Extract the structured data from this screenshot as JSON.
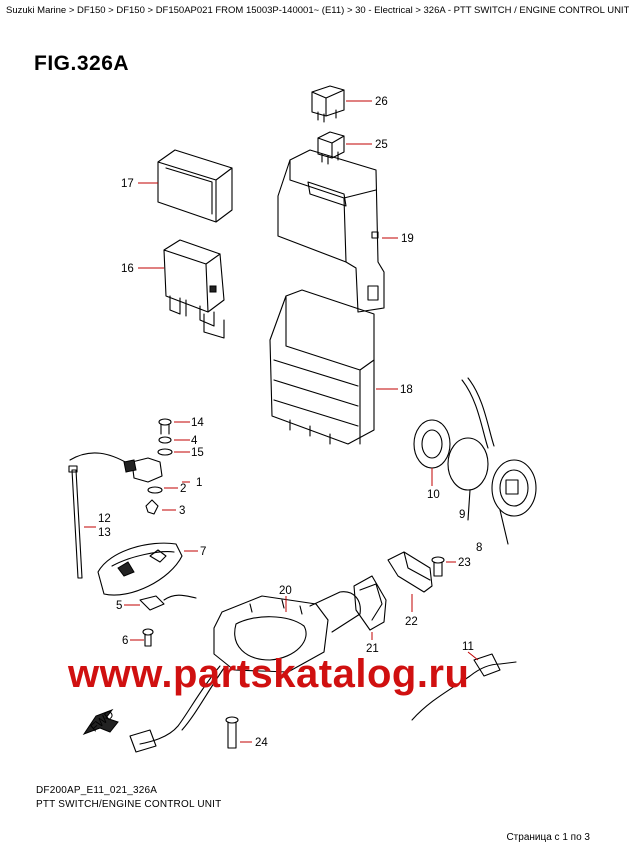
{
  "breadcrumb": "Suzuki Marine > DF150 > DF150 > DF150AP021 FROM 15003P-140001~ (E11) > 30 - Electrical > 326A - PTT SWITCH / ENGINE CONTROL UNIT",
  "figure_title": "FIG.326A",
  "callouts": {
    "p26": "26",
    "p25": "25",
    "p17": "17",
    "p19": "19",
    "p16": "16",
    "p18": "18",
    "p14": "14",
    "p4": "4",
    "p15": "15",
    "p1": "1",
    "p2": "2",
    "p3": "3",
    "p12": "12",
    "p13": "13",
    "p7": "7",
    "p5": "5",
    "p6": "6",
    "p10": "10",
    "p9": "9",
    "p8": "8",
    "p23": "23",
    "p22": "22",
    "p20": "20",
    "p21": "21",
    "p11": "11",
    "p24": "24"
  },
  "direction_label": "FWD",
  "watermark": "www.partskatalog.ru",
  "footer": {
    "code": "DF200AP_E11_021_326A",
    "title": "PTT SWITCH/ENGINE CONTROL UNIT",
    "page_indicator": "Страница с 1 по 3"
  },
  "colors": {
    "watermark": "#d01010",
    "leader": "#c00000"
  }
}
